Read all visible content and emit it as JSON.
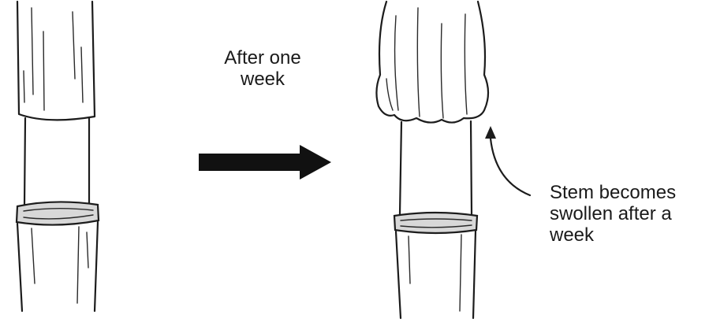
{
  "labels": {
    "time_line1": "After one",
    "time_line2": "week",
    "note_line1": "Stem becomes",
    "note_line2": "swollen after a",
    "note_line3": "week"
  },
  "colors": {
    "ink": "#1c1c1c",
    "arrow": "#111111",
    "ring_fill": "#d8d8d8"
  }
}
